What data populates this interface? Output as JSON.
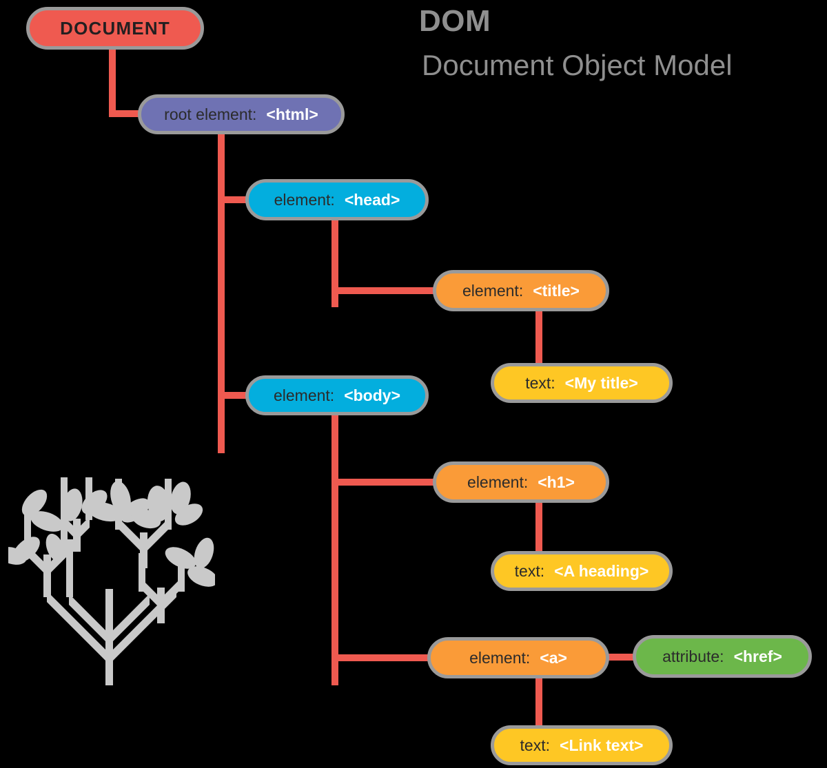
{
  "header": {
    "title": "DOM",
    "subtitle": "Document Object Model"
  },
  "logo": {
    "name": "dom-tree-logo",
    "color": "#c9c9c9"
  },
  "colors": {
    "connector": "#ef5a50",
    "document": "#ef5a50",
    "root_element": "#6f72b3",
    "element_structural": "#03aede",
    "element_content": "#fa9b38",
    "text_node": "#fec724",
    "attribute_node": "#6cb74a",
    "node_border": "#9a9a9a",
    "heading_text": "#8f8f8f",
    "background": "#000000"
  },
  "tree": {
    "document": {
      "label": "DOCUMENT"
    },
    "html": {
      "label": "root element:",
      "tag": "<html>"
    },
    "head": {
      "label": "element:",
      "tag": "<head>"
    },
    "title": {
      "label": "element:",
      "tag": "<title>"
    },
    "title_text": {
      "label": "text:",
      "tag": "<My title>"
    },
    "body": {
      "label": "element:",
      "tag": "<body>"
    },
    "h1": {
      "label": "element:",
      "tag": "<h1>"
    },
    "h1_text": {
      "label": "text:",
      "tag": "<A heading>"
    },
    "anchor": {
      "label": "element:",
      "tag": "<a>"
    },
    "href": {
      "label": "attribute:",
      "tag": "<href>"
    },
    "anchor_text": {
      "label": "text:",
      "tag": "<Link text>"
    }
  }
}
